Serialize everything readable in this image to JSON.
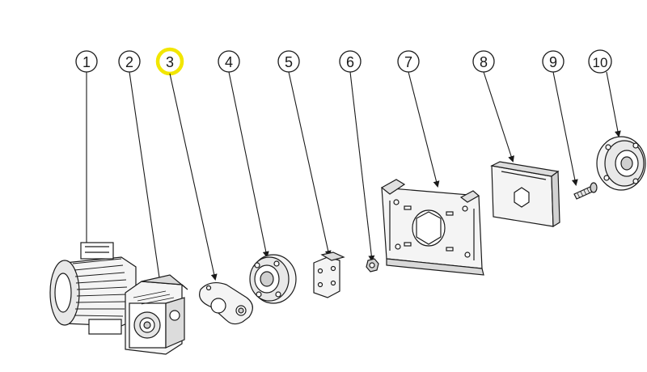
{
  "callouts": [
    {
      "label": "1",
      "highlighted": false
    },
    {
      "label": "2",
      "highlighted": false
    },
    {
      "label": "3",
      "highlighted": true
    },
    {
      "label": "4",
      "highlighted": false
    },
    {
      "label": "5",
      "highlighted": false
    },
    {
      "label": "6",
      "highlighted": false
    },
    {
      "label": "7",
      "highlighted": false
    },
    {
      "label": "8",
      "highlighted": false
    },
    {
      "label": "9",
      "highlighted": false
    },
    {
      "label": "10",
      "highlighted": false
    }
  ],
  "colors": {
    "line": "#1a1a1a",
    "highlight": "#f2e600",
    "part_fill": "#f4f4f4",
    "part_shade": "#cfcfcf"
  }
}
